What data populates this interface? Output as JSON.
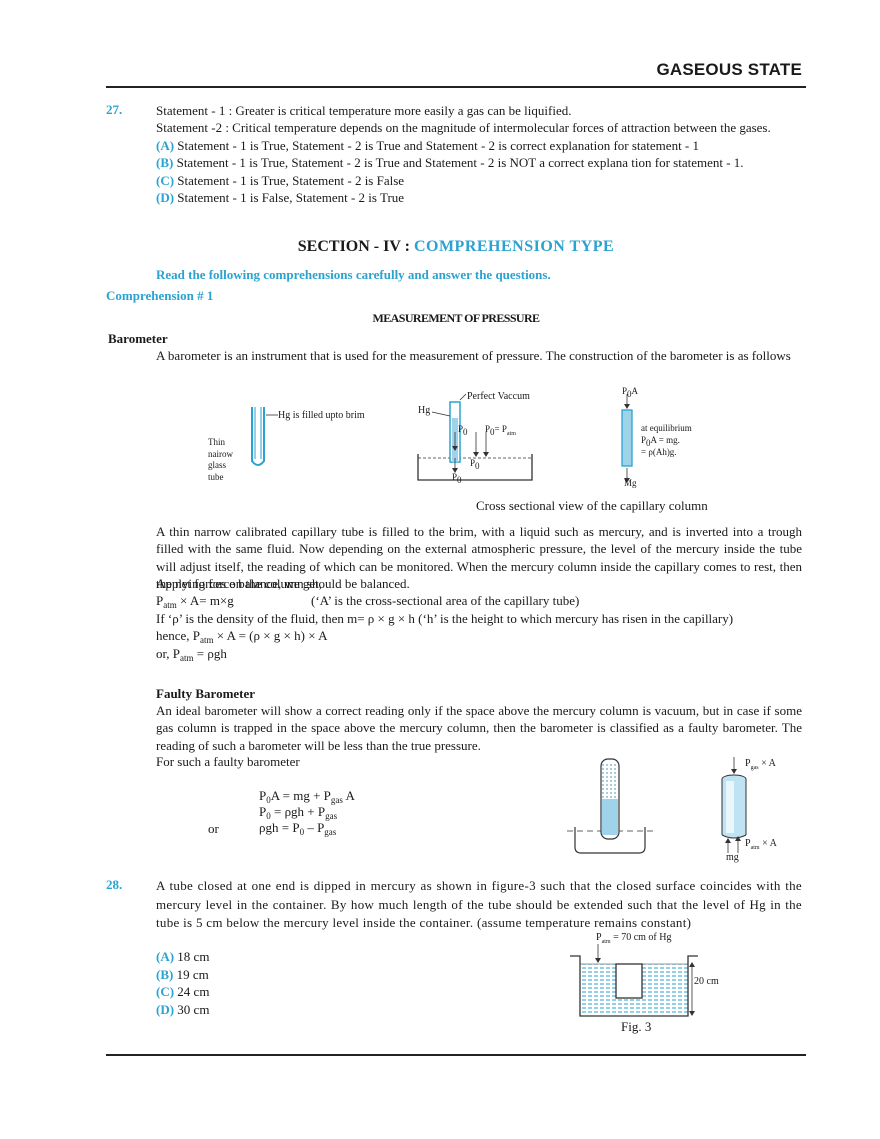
{
  "header": {
    "title": "GASEOUS STATE"
  },
  "q27": {
    "number": "27.",
    "s1": "Statement - 1 : Greater is critical temperature more easily a gas can be liquified.",
    "s2": "Statement -2 : Critical temperature depends on the magnitude of intermolecular forces of  attraction between the gases.",
    "options": [
      {
        "label": "(A)",
        "text": " Statement - 1 is True, Statement - 2 is True and Statement - 2 is correct explanation for statement - 1"
      },
      {
        "label": "(B)",
        "text": " Statement - 1 is True, Statement - 2 is True and Statement - 2 is NOT a correct explana tion for statement - 1."
      },
      {
        "label": "(C)",
        "text": " Statement - 1 is True, Statement - 2 is False"
      },
      {
        "label": "(D)",
        "text": " Statement - 1 is False, Statement - 2 is True"
      }
    ]
  },
  "section": {
    "prefix": "SECTION - IV : ",
    "name": "COMPREHENSION TYPE"
  },
  "instruction": "Read the following comprehensions carefully and answer the questions.",
  "comprehension_label": "Comprehension # 1",
  "topic_title": "MEASUREMENT OF PRESSURE",
  "barometer": {
    "heading": "Barometer",
    "intro": "A barometer is an instrument that is used for the measurement of pressure. The construction of the barometer is as follows",
    "fig1_labels": {
      "hg_filled": "Hg is filled upto brim",
      "thin": "Thin",
      "narrow": "nairow",
      "glass": "glass",
      "tube": "tube"
    },
    "fig2_labels": {
      "perfect_vacuum": "Perfect Vaccum",
      "hg": "Hg",
      "p0": "P",
      "p0_sub": "0",
      "eq": "= P",
      "atm": "atm"
    },
    "fig3_labels": {
      "top": "P",
      "top_sub": "0",
      "top_a": "A",
      "eq1": "at equilibrium",
      "eq2_a": "P",
      "eq2_b": "0",
      "eq2_c": "A = mg.",
      "eq3": "= ρ(Ah)g.",
      "mg": "Mg"
    },
    "caption": "Cross sectional view of the capillary column",
    "paragraph": "A thin narrow calibrated capillary tube is filled to the brim, with a liquid such as mercury, and is inverted into a trough filled with the same fluid. Now depending on the external atmospheric pressure, the level of the mercury inside the tube will adjust itself, the reading of which can be monitored. When the mercury column inside the capillary comes to rest, then the net forces on the column should be balanced.",
    "applying": "Applying force balance, we get,",
    "eq1_left": "× A= m×g",
    "eq1_note": "(‘A’ is the cross-sectional area of the capillary tube)",
    "eq2": "If ‘ρ’ is the density of the fluid, then m= ρ × g × h  (‘h’ is the height to which mercury has risen in the capillary)",
    "eq3_a": "hence, P",
    "eq3_b": " × A = (ρ × g  × h) × A",
    "eq4_a": "or, P",
    "eq4_b": " = ρgh",
    "atm": "atm"
  },
  "faulty": {
    "heading": "Faulty Barometer",
    "paragraph": "An ideal barometer will show a correct reading only if the space above the mercury column is vacuum, but in case if some gas column is trapped in the space above the mercury column, then the barometer is classified as a faulty barometer. The reading of such a barometer will be less than the true pressure.",
    "for_such": "For such a faulty barometer",
    "eqA": "A = mg + P",
    "eqA2": " A",
    "eqB": " = ρgh + P",
    "eqC": "ρgh = P",
    "eqC2": " – P",
    "or": "or",
    "p": "P",
    "sub0": "0",
    "gas": "gas",
    "fig_gas": "gas",
    "fig_atm": "atm",
    "fig_xa": "× A",
    "fig_mg": "mg"
  },
  "q28": {
    "number": "28.",
    "text": "A tube closed at one end is dipped in mercury as shown in figure-3 such that the closed surface coincides with the mercury level in the container. By how much length of the tube should be extended such that the level of Hg in the tube is 5 cm below the mercury level inside the container. (assume temperature remains constant)",
    "options": [
      {
        "label": "(A)",
        "text": " 18 cm"
      },
      {
        "label": "(B)",
        "text": " 19  cm"
      },
      {
        "label": "(C)",
        "text": " 24 cm"
      },
      {
        "label": "(D)",
        "text": " 30 cm"
      }
    ],
    "fig_patm": "P",
    "fig_atm": "atm",
    "fig_val": " = 70 cm of Hg",
    "fig_height": "20 cm",
    "fig_caption": "Fig. 3"
  }
}
